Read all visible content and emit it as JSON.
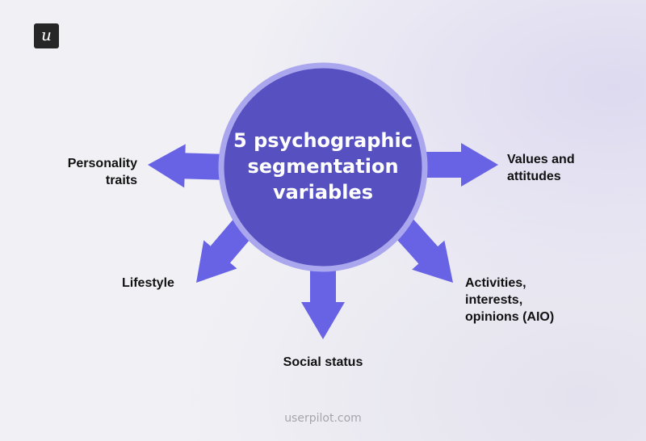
{
  "logo": {
    "letter": "u"
  },
  "center": {
    "title": "5 psychographic segmentation variables"
  },
  "variables": [
    {
      "label_lines": [
        "Personality",
        "traits"
      ]
    },
    {
      "label_lines": [
        "Values and",
        "attitudes"
      ]
    },
    {
      "label_lines": [
        "Lifestyle"
      ]
    },
    {
      "label_lines": [
        "Activities,",
        "interests,",
        "opinions (AIO)"
      ]
    },
    {
      "label_lines": [
        "Social status"
      ]
    }
  ],
  "footer": "userpilot.com",
  "colors": {
    "circle_fill": "#5650c0",
    "circle_ring": "#aaa7ee",
    "arrow": "#6763e4"
  }
}
